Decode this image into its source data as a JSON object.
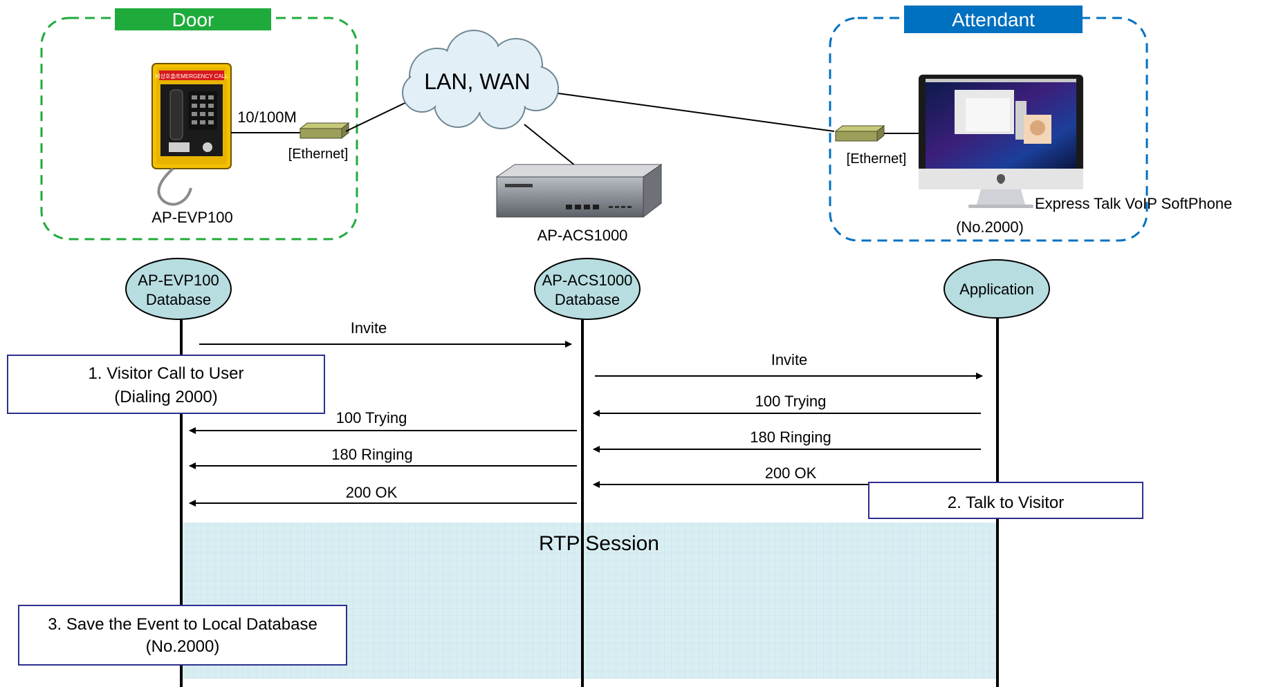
{
  "topology": {
    "door_title": "Door",
    "attendant_title": "Attendant",
    "cloud_label": "LAN, WAN",
    "link_speed": "10/100M",
    "ethernet_left": "[Ethernet]",
    "ethernet_right": "[Ethernet]",
    "door_device": "AP-EVP100",
    "door_panel_label": "비상호출/EMERGENCY CALL",
    "server_device": "AP-ACS1000",
    "softphone_label": "Express Talk VoIP SoftPhone",
    "softphone_number": "(No.2000)"
  },
  "colors": {
    "door_green": "#1fab3c",
    "attendant_blue": "#0070c0",
    "lifeline_node_fill": "#b7dde0",
    "rtp_fill": "#d9eef2",
    "note_border": "#2b2f8f"
  },
  "lifelines": [
    {
      "line1": "AP-EVP100",
      "line2": "Database"
    },
    {
      "line1": "AP-ACS1000",
      "line2": "Database"
    },
    {
      "line1": "Application",
      "line2": ""
    }
  ],
  "messages": [
    {
      "label": "Invite"
    },
    {
      "label": "Invite"
    },
    {
      "label": "100 Trying"
    },
    {
      "label": "100 Trying"
    },
    {
      "label": "180 Ringing"
    },
    {
      "label": "180 Ringing"
    },
    {
      "label": "200 OK"
    },
    {
      "label": "200 OK"
    }
  ],
  "rtp_label": "RTP Session",
  "notes": {
    "note1_line1": "1. Visitor Call to User",
    "note1_line2": "(Dialing 2000)",
    "note2": "2. Talk to Visitor",
    "note3_line1": "3. Save the Event to Local Database",
    "note3_line2": "(No.2000)"
  }
}
